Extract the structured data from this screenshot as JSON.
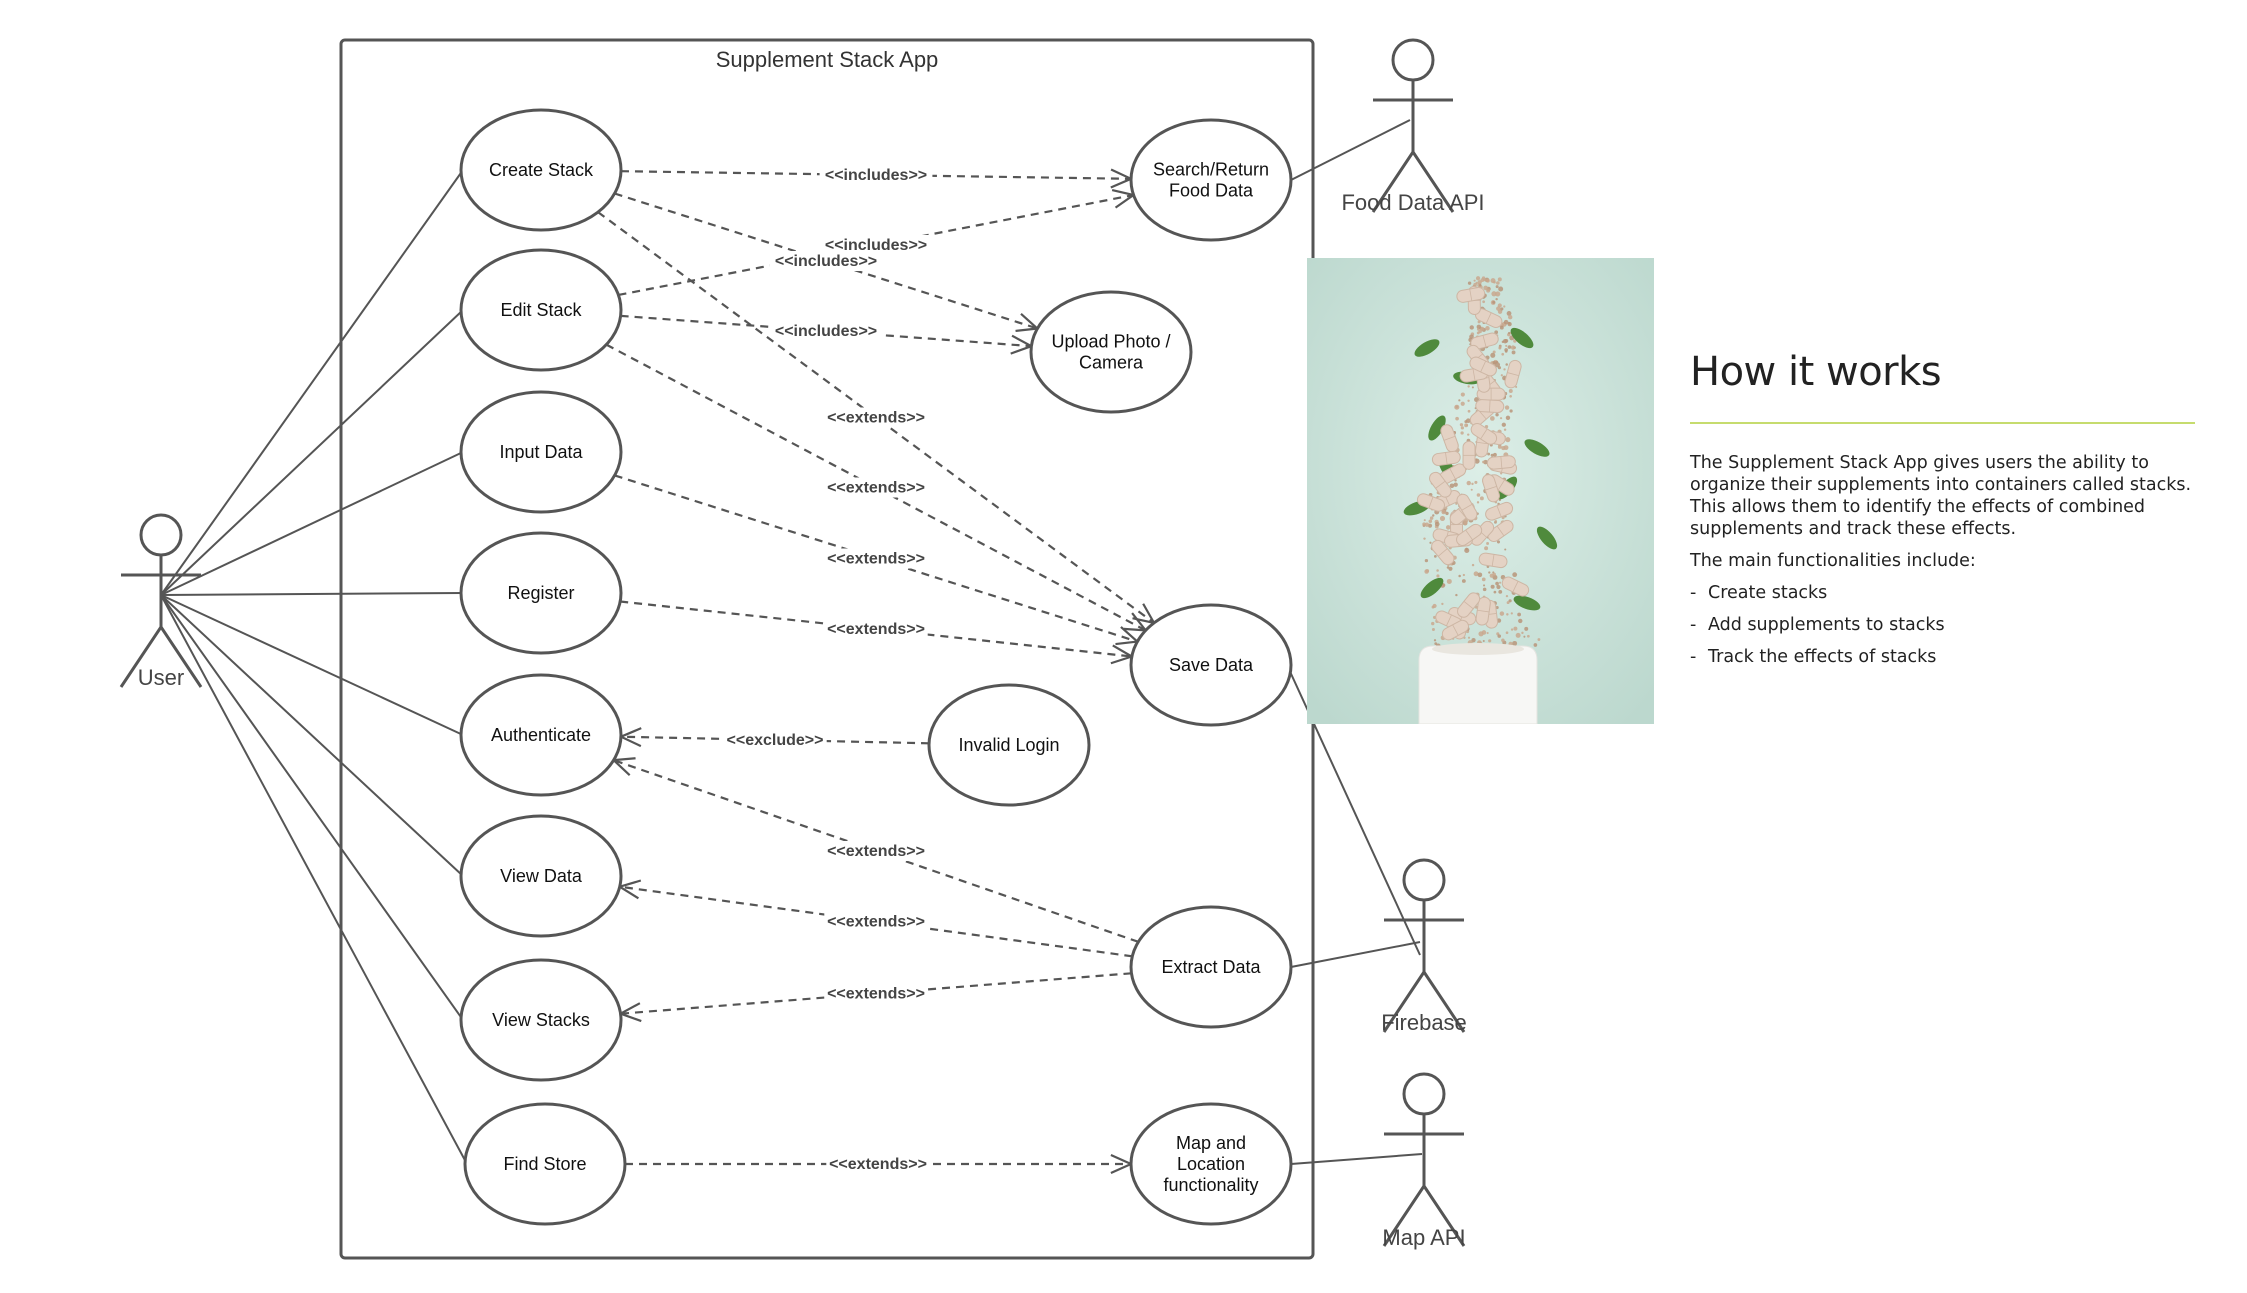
{
  "system": {
    "title": "Supplement Stack App"
  },
  "actors": {
    "user": "User",
    "food_api": "Food Data API",
    "firebase": "Firebase",
    "map_api": "Map API"
  },
  "use_cases": {
    "create_stack": [
      "Create Stack"
    ],
    "edit_stack": [
      "Edit Stack"
    ],
    "input_data": [
      "Input Data"
    ],
    "register": [
      "Register"
    ],
    "authenticate": [
      "Authenticate"
    ],
    "view_data": [
      "View Data"
    ],
    "view_stacks": [
      "View Stacks"
    ],
    "find_store": [
      "Find Store"
    ],
    "search_food": [
      "Search/Return",
      "Food Data"
    ],
    "upload_photo": [
      "Upload Photo /",
      "Camera"
    ],
    "save_data": [
      "Save Data"
    ],
    "invalid_login": [
      "Invalid Login"
    ],
    "extract_data": [
      "Extract Data"
    ],
    "map_location": [
      "Map and",
      "Location",
      "functionality"
    ]
  },
  "relations": [
    {
      "from": "create_stack",
      "to": "search_food",
      "label": "<<includes>>"
    },
    {
      "from": "edit_stack",
      "to": "search_food",
      "label": "<<includes>>"
    },
    {
      "from": "create_stack",
      "to": "upload_photo",
      "label": "<<includes>>"
    },
    {
      "from": "edit_stack",
      "to": "upload_photo",
      "label": "<<includes>>"
    },
    {
      "from": "create_stack",
      "to": "save_data",
      "label": "<<extends>>"
    },
    {
      "from": "edit_stack",
      "to": "save_data",
      "label": "<<extends>>"
    },
    {
      "from": "input_data",
      "to": "save_data",
      "label": "<<extends>>"
    },
    {
      "from": "register",
      "to": "save_data",
      "label": "<<extends>>"
    },
    {
      "from": "invalid_login",
      "to": "authenticate",
      "label": "<<exclude>>"
    },
    {
      "from": "extract_data",
      "to": "authenticate",
      "label": "<<extends>>"
    },
    {
      "from": "extract_data",
      "to": "view_data",
      "label": "<<extends>>"
    },
    {
      "from": "extract_data",
      "to": "view_stacks",
      "label": "<<extends>>"
    },
    {
      "from": "find_store",
      "to": "map_location",
      "label": "<<extends>>"
    }
  ],
  "info": {
    "heading": "How it works",
    "paragraph": "The Supplement Stack App gives users the ability to organize their supplements into containers called stacks. This allows them to identify the effects of combined supplements and track these effects.",
    "intro": "The main functionalities include:",
    "items": [
      "Create stacks",
      "Add supplements to stacks",
      "Track the effects of stacks"
    ],
    "bullet": "-"
  },
  "colors": {
    "line": "#555555",
    "rule": "#c6dc6e",
    "photo_bg": "#cfe3dc"
  }
}
